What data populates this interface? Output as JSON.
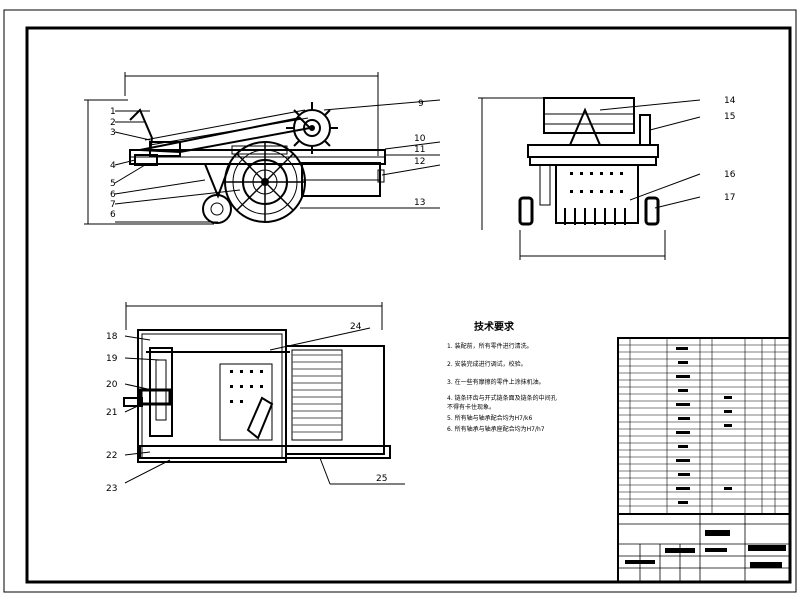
{
  "drawing": {
    "part_labels": [
      "1",
      "2",
      "3",
      "4",
      "5",
      "6",
      "7",
      "6",
      "9",
      "10",
      "11",
      "12",
      "13",
      "14",
      "15",
      "16",
      "17",
      "18",
      "19",
      "20",
      "21",
      "22",
      "23",
      "24",
      "25"
    ],
    "tech_title": "技术要求",
    "tech_notes": [
      "1. 装配前，所有零件进行清洗。",
      "2. 安装完成进行调试，校验。",
      "3. 在一些有摩擦的零件上涂抹机油。",
      "4. 链条环齿与开式链条面及链条的中间孔",
      "不得有卡住现象。",
      "5. 所有轴与轴承配合均为H7/k6",
      "6. 所有轴承与轴承座配合均为H7/h7"
    ]
  }
}
